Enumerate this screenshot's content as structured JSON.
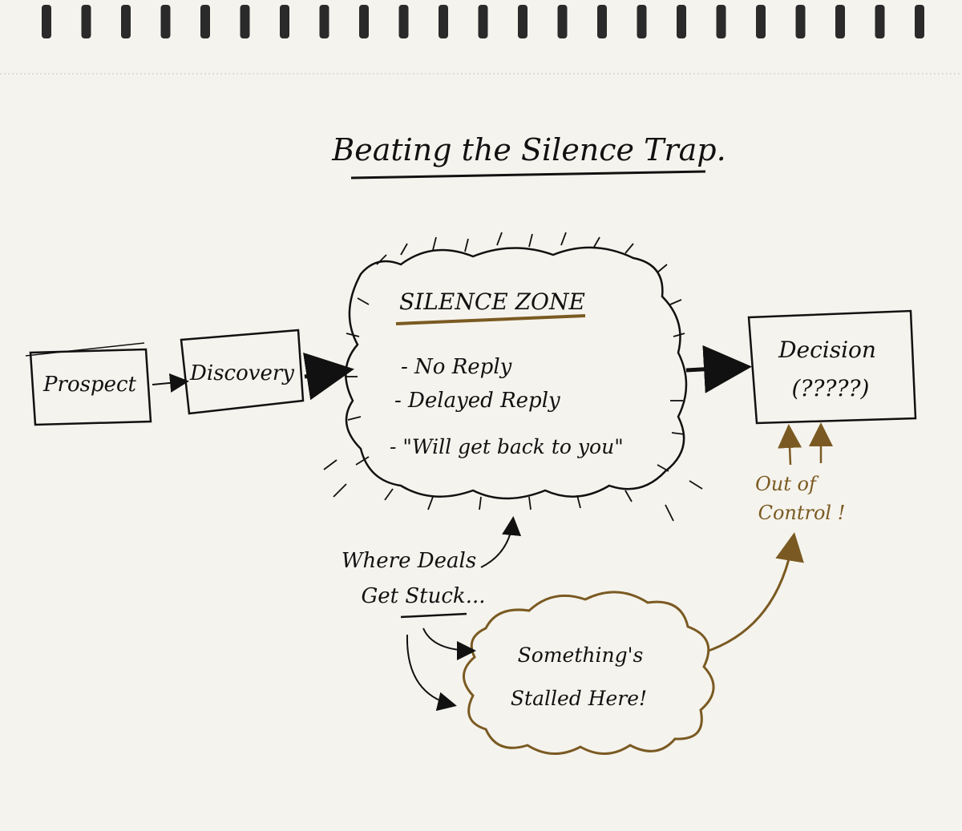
{
  "title": "Beating the Silence Trap.",
  "boxes": {
    "prospect": "Prospect",
    "discovery": "Discovery",
    "decision": "Decision",
    "decision_sub": "(?????)"
  },
  "silence_zone": {
    "heading": "SILENCE ZONE",
    "items": [
      "- No Reply",
      "- Delayed Reply",
      "- \"Will get back to you\""
    ]
  },
  "annotations": {
    "where_line1": "Where Deals",
    "where_line2": "Get Stuck...",
    "stalled_line1": "Something's",
    "stalled_line2": "Stalled Here!",
    "out_line1": "Out of",
    "out_line2": "Control !"
  },
  "colors": {
    "paper": "#f5f3ed",
    "ink": "#111111",
    "gold_ink": "#7a5a22",
    "binding": "#2a2a2a"
  }
}
